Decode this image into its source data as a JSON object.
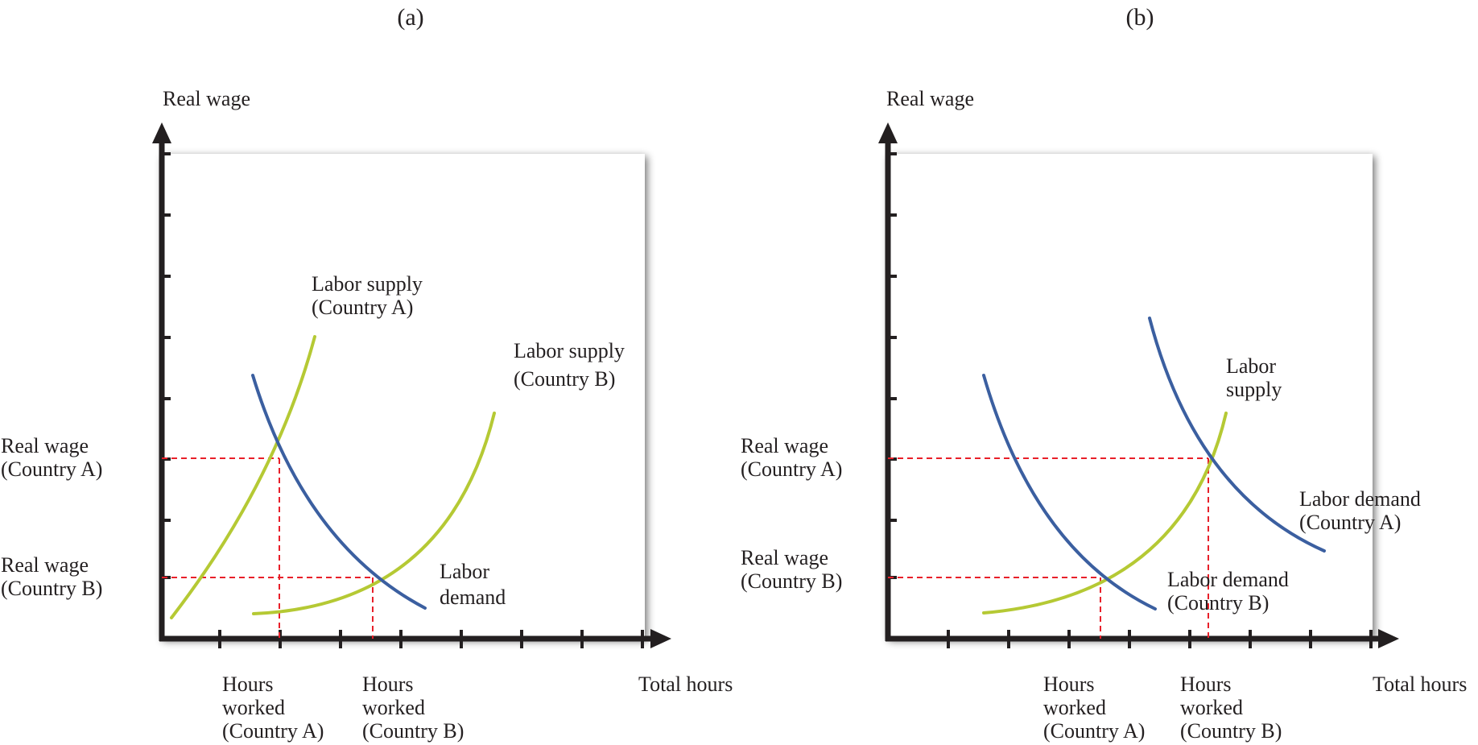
{
  "colors": {
    "supply": "#b5c934",
    "demand": "#3b5fa0",
    "guide": "#e8202a",
    "axis": "#231f20"
  },
  "panel_a": {
    "title": "(a)",
    "y_axis": "Real wage",
    "x_axis": "Total hours",
    "wage_a": [
      "Real wage",
      "(Country A)"
    ],
    "wage_b": [
      "Real wage",
      "(Country B)"
    ],
    "hours_a": [
      "Hours",
      "worked",
      "(Country A)"
    ],
    "hours_b": [
      "Hours",
      "worked",
      "(Country B)"
    ],
    "supply_a": [
      "Labor supply",
      "(Country A)"
    ],
    "supply_b": [
      "Labor supply",
      "(Country B)"
    ],
    "demand": [
      "Labor",
      "demand"
    ]
  },
  "panel_b": {
    "title": "(b)",
    "y_axis": "Real wage",
    "x_axis": "Total hours",
    "wage_a": [
      "Real wage",
      "(Country A)"
    ],
    "wage_b": [
      "Real wage",
      "(Country B)"
    ],
    "hours_a": [
      "Hours",
      "worked",
      "(Country A)"
    ],
    "hours_b": [
      "Hours",
      "worked",
      "(Country B)"
    ],
    "supply": [
      "Labor",
      "supply"
    ],
    "demand_a": [
      "Labor demand",
      "(Country A)"
    ],
    "demand_b": [
      "Labor demand",
      "(Country B)"
    ]
  }
}
